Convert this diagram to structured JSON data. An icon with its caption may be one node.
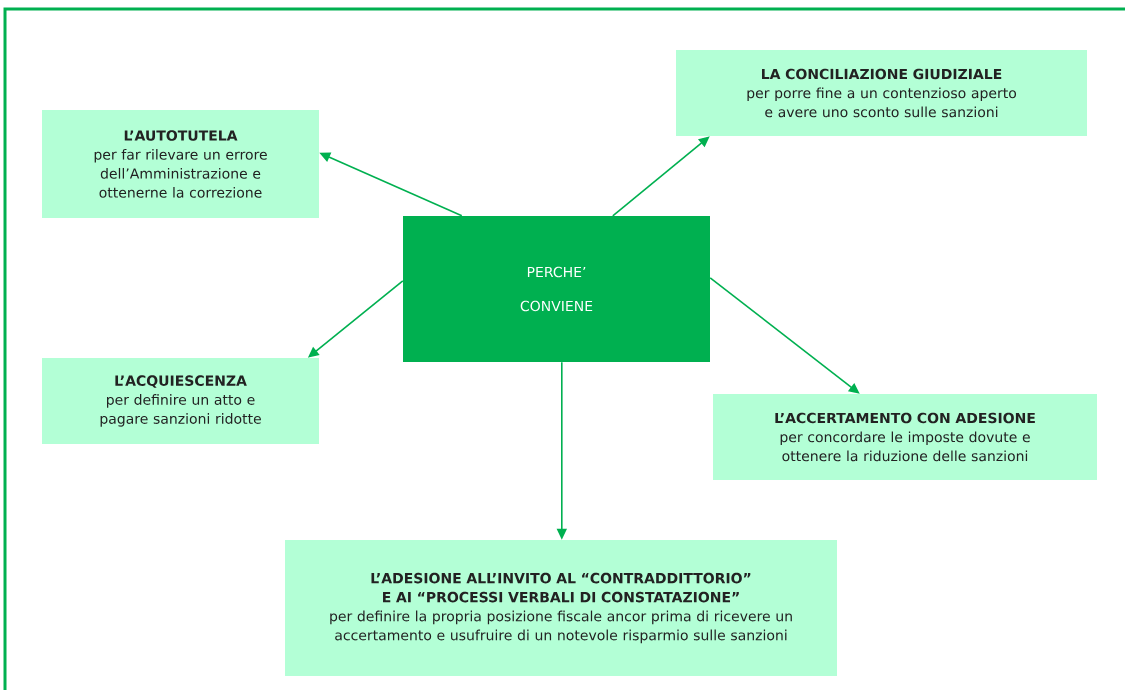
{
  "diagram": {
    "nodes": [
      {
        "text": [
          "PERCHE’ CONVIENE"
        ]
      },
      {
        "text": [
          "L’AUTOTUTELA",
          "per far rilevare un errore dell’Amministrazione e ottenerne la correzione"
        ]
      },
      {
        "text": [
          "LA CONCILIAZIONE GIUDIZIALE",
          "per porre fine a un contenzioso aperto e avere uno sconto sulle sanzioni"
        ]
      },
      {
        "text": [
          "L’ACQUIESCENZA",
          "per definire un atto e pagare sanzioni ridotte"
        ]
      },
      {
        "text": [
          "L’ACCERTAMENTO CON ADESIONE",
          "per concordare le imposte dovute e ottenere la riduzione delle sanzioni"
        ]
      },
      {
        "text": [
          "L’ADESIONE ALL’INVITO AL “CONTRADDITTORIO” E AI “PROCESSI VERBALI DI CONSTATAZIONE”",
          "per definire la propria posizione fiscale ancor prima di ricevere un accertamento e usufruire di un notevole risparmio sulle sanzioni"
        ]
      }
    ],
    "edges": [
      {
        "from": 0,
        "to": 1,
        "arrow": "to"
      },
      {
        "from": 0,
        "to": 2,
        "arrow": "to"
      },
      {
        "from": 0,
        "to": 3,
        "arrow": "to"
      },
      {
        "from": 0,
        "to": 4,
        "arrow": "to"
      },
      {
        "from": 0,
        "to": 5,
        "arrow": "to"
      }
    ]
  }
}
